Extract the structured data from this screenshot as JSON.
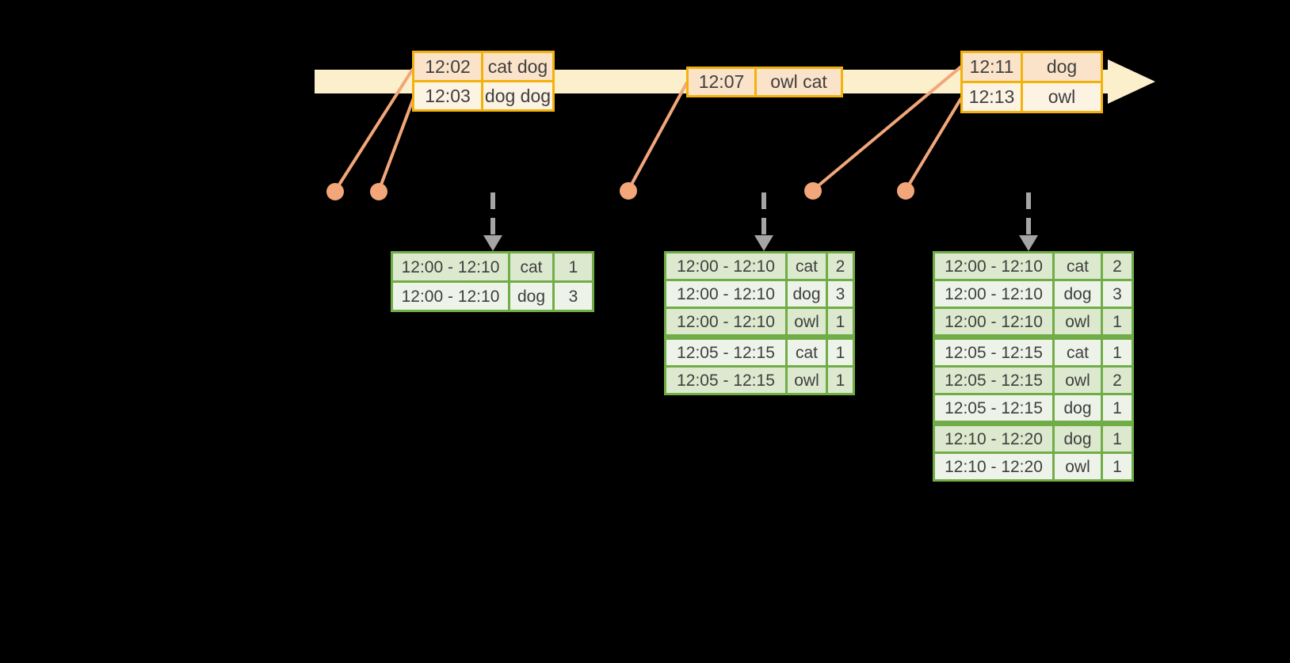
{
  "colors": {
    "background": "#000000",
    "timeline_fill": "#FBF0CB",
    "event_table_border": "#F2B20D",
    "event_row_dark": "#FAE3C9",
    "event_row_light": "#FCF3E2",
    "event_table2_fill": "#FBE9D4",
    "connector": "#F2A679",
    "dashed_arrow": "#A5A5A5",
    "result_table_border": "#70AD47",
    "result_row_dark": "#DCE9CE",
    "result_row_light": "#EEF3E9",
    "table_text": "#3F3F3F"
  },
  "icons": {
    "timeline_arrow": "right-arrow",
    "emit_arrow": "dashed-down-arrow",
    "event_marker": "dot"
  },
  "event_tables": [
    {
      "rows": [
        {
          "time": "12:02",
          "data": "cat dog"
        },
        {
          "time": "12:03",
          "data": "dog dog"
        }
      ]
    },
    {
      "rows": [
        {
          "time": "12:07",
          "data": "owl cat"
        }
      ]
    },
    {
      "rows": [
        {
          "time": "12:11",
          "data": "dog"
        },
        {
          "time": "12:13",
          "data": "owl"
        }
      ]
    }
  ],
  "result_tables": [
    {
      "rows": [
        {
          "window": "12:00 - 12:10",
          "word": "cat",
          "count": 1
        },
        {
          "window": "12:00 - 12:10",
          "word": "dog",
          "count": 3
        }
      ]
    },
    {
      "rows": [
        {
          "window": "12:00 - 12:10",
          "word": "cat",
          "count": 2
        },
        {
          "window": "12:00 - 12:10",
          "word": "dog",
          "count": 3
        },
        {
          "window": "12:00 - 12:10",
          "word": "owl",
          "count": 1
        },
        {
          "window": "12:05 - 12:15",
          "word": "cat",
          "count": 1
        },
        {
          "window": "12:05 - 12:15",
          "word": "owl",
          "count": 1
        }
      ]
    },
    {
      "rows": [
        {
          "window": "12:00 - 12:10",
          "word": "cat",
          "count": 2
        },
        {
          "window": "12:00 - 12:10",
          "word": "dog",
          "count": 3
        },
        {
          "window": "12:00 - 12:10",
          "word": "owl",
          "count": 1
        },
        {
          "window": "12:05 - 12:15",
          "word": "cat",
          "count": 1
        },
        {
          "window": "12:05 - 12:15",
          "word": "owl",
          "count": 2
        },
        {
          "window": "12:05 - 12:15",
          "word": "dog",
          "count": 1
        },
        {
          "window": "12:10 - 12:20",
          "word": "dog",
          "count": 1
        },
        {
          "window": "12:10 - 12:20",
          "word": "owl",
          "count": 1
        }
      ]
    }
  ]
}
